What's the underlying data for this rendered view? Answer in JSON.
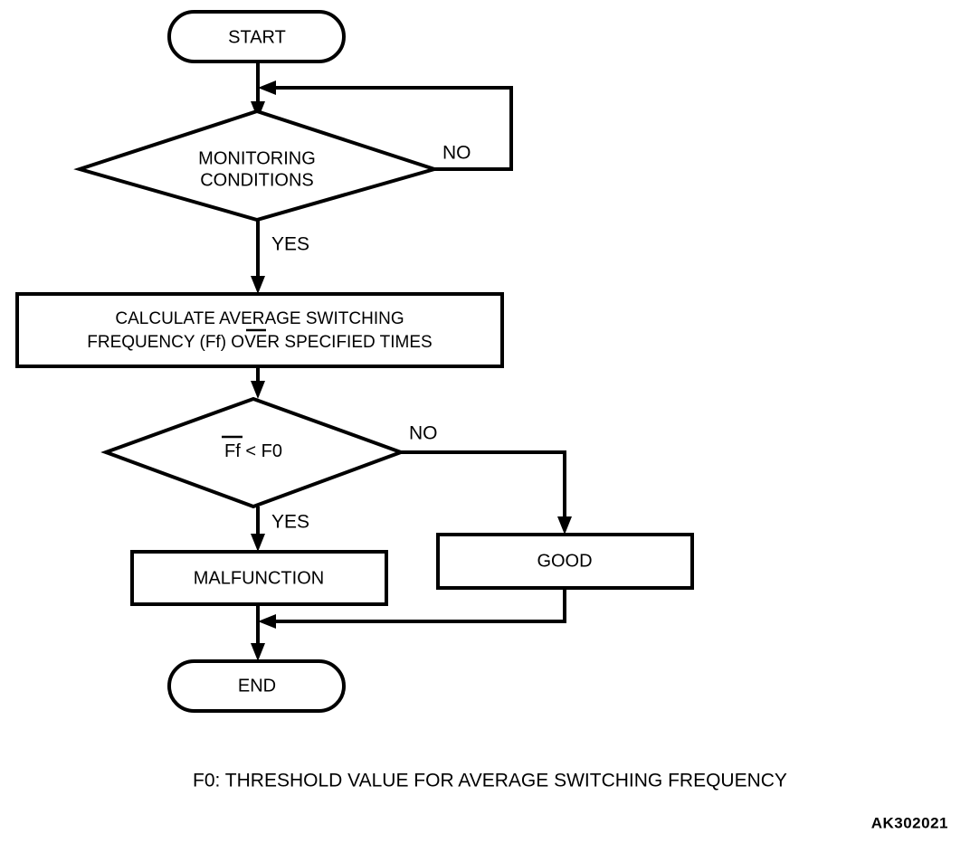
{
  "diagram": {
    "type": "flowchart",
    "title_code": "AK302021",
    "caption": "F0: THRESHOLD VALUE FOR AVERAGE SWITCHING FREQUENCY",
    "nodes": {
      "start": {
        "label": "START",
        "shape": "terminator"
      },
      "monitoring": {
        "line1": "MONITORING",
        "line2": "CONDITIONS",
        "shape": "decision"
      },
      "calculate": {
        "line1_a": "CALCULATE AVERAGE SWITCHING",
        "line2_a": "FREQUENCY (",
        "line2_bar": "Ff",
        "line2_b": ") OVER SPECIFIED TIMES",
        "shape": "process"
      },
      "compare": {
        "bar": "Ff",
        "rest": " < F0",
        "shape": "decision"
      },
      "malfunction": {
        "label": "MALFUNCTION",
        "shape": "process"
      },
      "good": {
        "label": "GOOD",
        "shape": "process"
      },
      "end": {
        "label": "END",
        "shape": "terminator"
      }
    },
    "branch_labels": {
      "monitoring_no": "NO",
      "monitoring_yes": "YES",
      "compare_no": "NO",
      "compare_yes": "YES"
    },
    "colors": {
      "stroke": "#000000",
      "fill": "#ffffff",
      "background": "#ffffff"
    }
  }
}
